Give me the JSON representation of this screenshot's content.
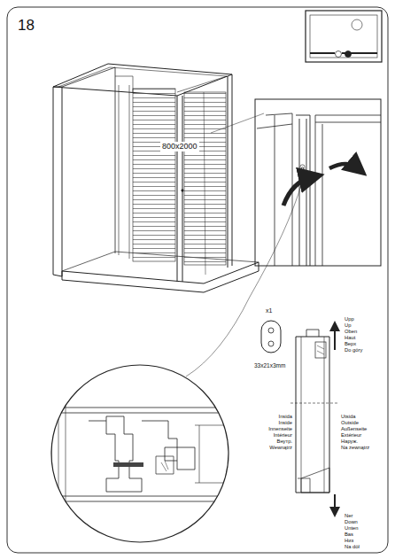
{
  "diagram": {
    "labels": [
      "18",
      "800x2000",
      "x1",
      "33x21x3mm",
      "Upp",
      "Up",
      "Oben",
      "Haut",
      "Верх",
      "Do góry",
      "Insida",
      "Inside",
      "Innenseite",
      "Intérieur",
      "Внутр.",
      "Wewnątrz",
      "Utsida",
      "Outside",
      "Außenseite",
      "Extérieur",
      "Наруж.",
      "Na zewnątrz",
      "Ner",
      "Down",
      "Unten",
      "Bas",
      "Низ",
      "Na dół"
    ]
  }
}
